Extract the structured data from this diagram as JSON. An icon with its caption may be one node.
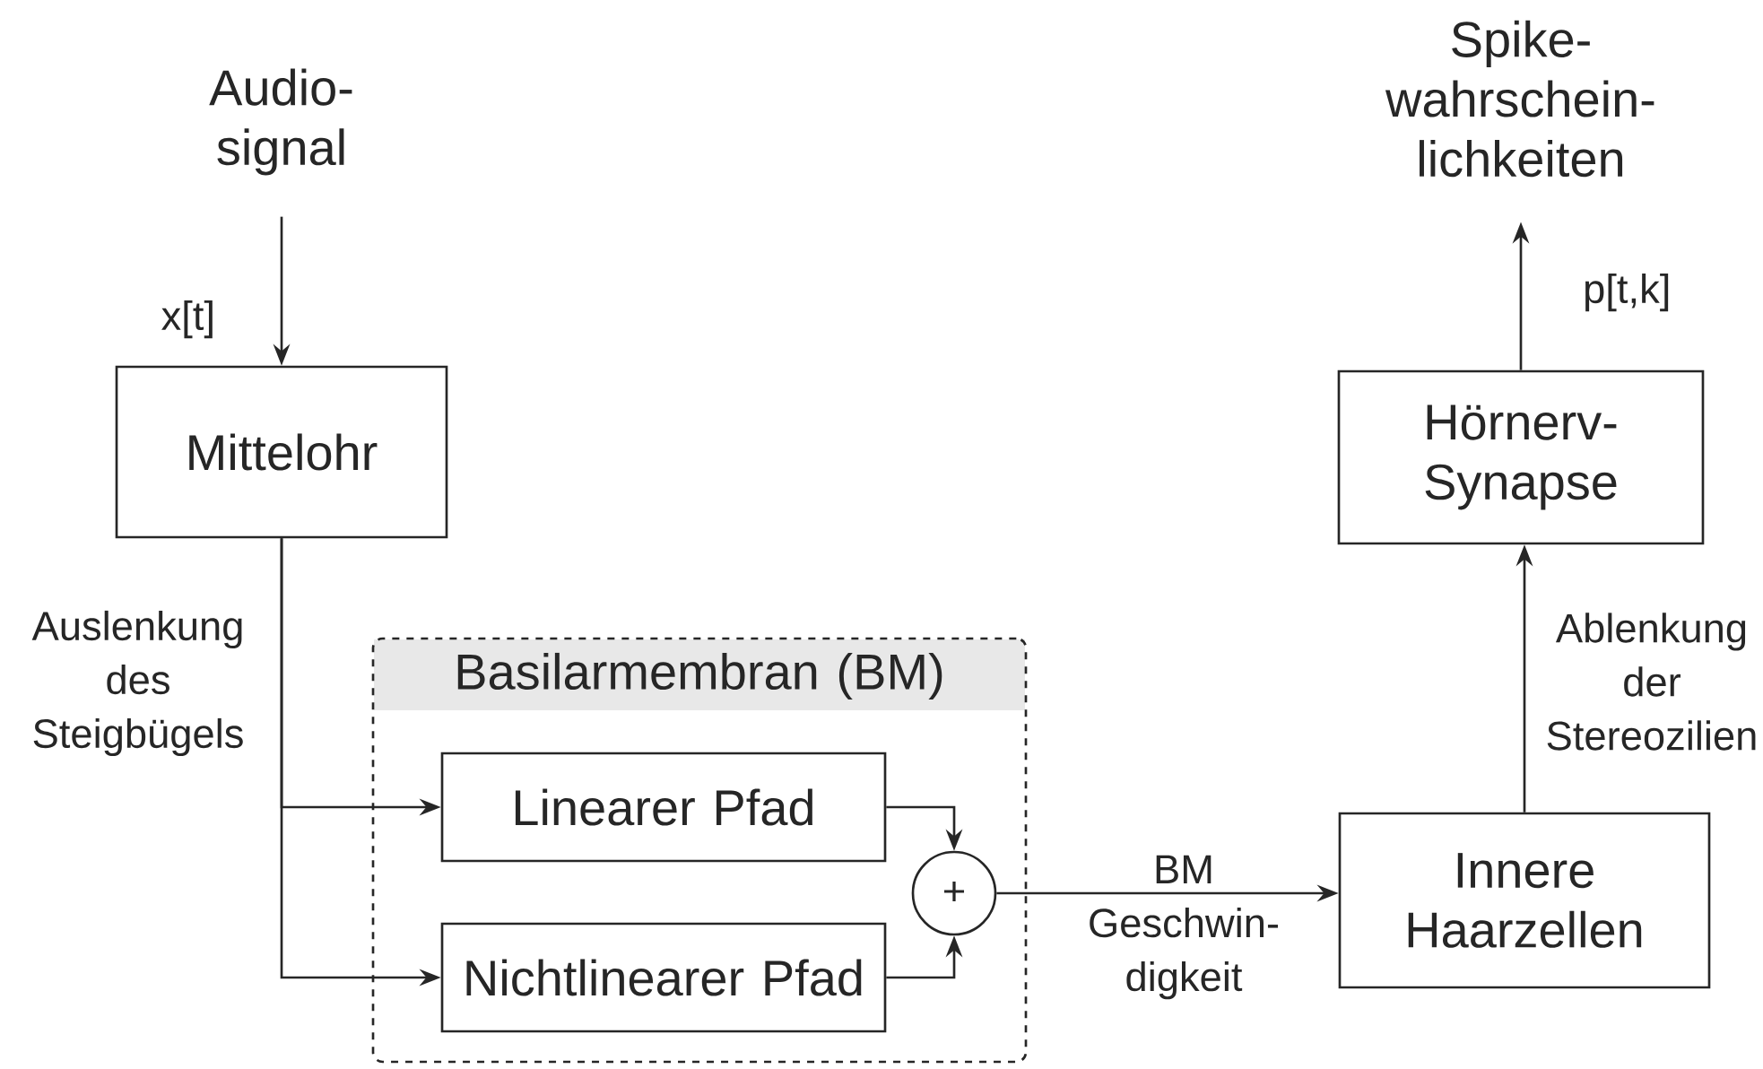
{
  "diagram": {
    "nodes": [
      {
        "text": [
          "Audio- signal"
        ]
      },
      {
        "text": [
          "Mittelohr"
        ]
      },
      {
        "text": [
          "Basilarmembran (BM)"
        ]
      },
      {
        "text": [
          "Linearer Pfad"
        ],
        "in": 2
      },
      {
        "text": [
          "Nichtlinearer Pfad"
        ],
        "in": 2
      },
      {
        "text": [
          "+"
        ],
        "in": 2
      },
      {
        "text": [
          "Innere Haarzellen"
        ]
      },
      {
        "text": [
          "Hörnerv- Synapse"
        ]
      },
      {
        "text": [
          "Spike- wahrschein- lichkeiten"
        ]
      }
    ],
    "edges": [
      {
        "from": 0,
        "to": 1,
        "arrow": "to",
        "label": "x[t]"
      },
      {
        "from": 1,
        "to": 3,
        "arrow": "to",
        "label": "Auslenkung des Steigbügels"
      },
      {
        "from": 1,
        "to": 4,
        "arrow": "to"
      },
      {
        "from": 3,
        "to": 5,
        "arrow": "to"
      },
      {
        "from": 4,
        "to": 5,
        "arrow": "to"
      },
      {
        "from": 5,
        "to": 6,
        "arrow": "to",
        "label": "BM Geschwin- digkeit"
      },
      {
        "from": 6,
        "to": 7,
        "arrow": "to",
        "label": "Ablenkung der Stereozilien"
      },
      {
        "from": 7,
        "to": 8,
        "arrow": "to",
        "label": "p[t,k]"
      }
    ]
  }
}
